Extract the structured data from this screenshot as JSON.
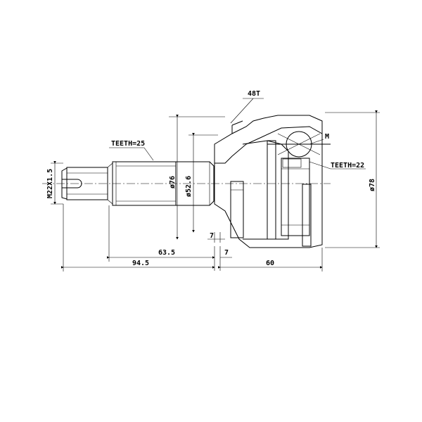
{
  "labels": {
    "spline_count": "48T",
    "shaft_teeth": "TEETH=25",
    "inner_teeth": "TEETH=22",
    "marker_m": "M",
    "thread": "M22X1.5",
    "dia_76": "ø76",
    "dia_52_6": "ø52.6",
    "dia_78": "ø78",
    "len_7_upper": "7",
    "len_7_lower": "7",
    "len_63_5": "63.5",
    "len_94_5": "94.5",
    "len_60": "60"
  }
}
